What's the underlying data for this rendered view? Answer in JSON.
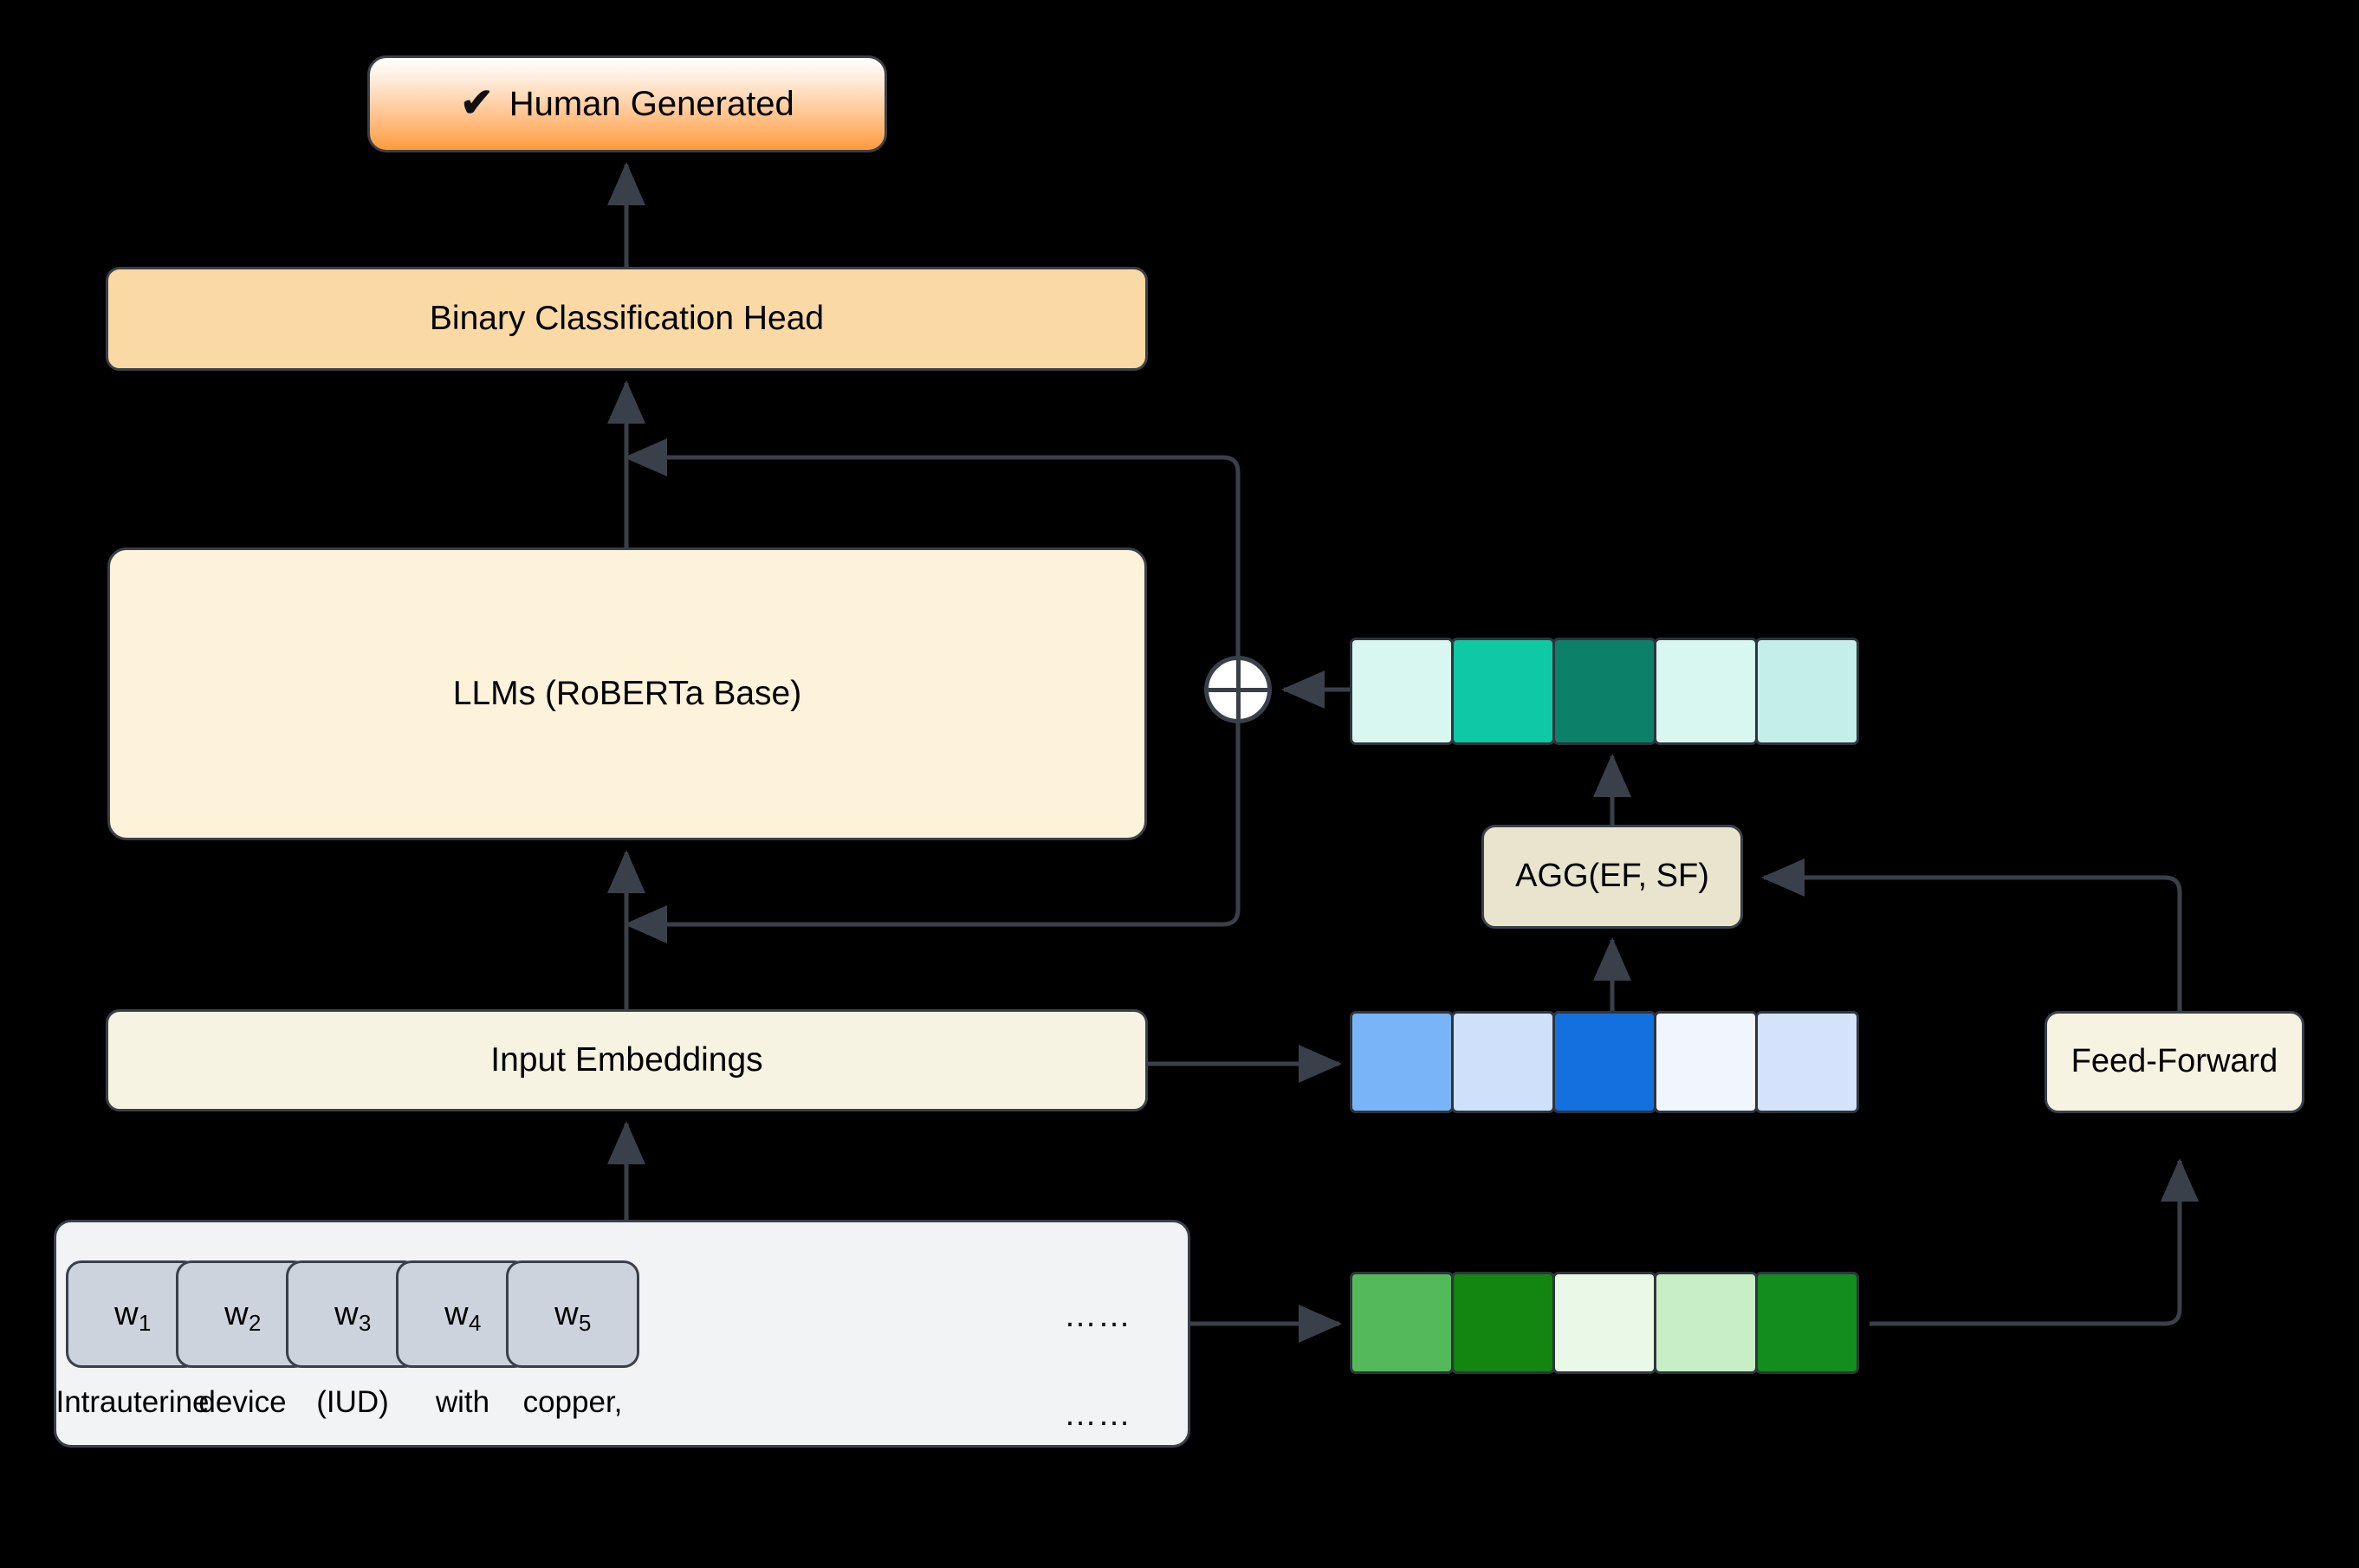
{
  "diagram": {
    "title": "LLM-based human vs machine text detection architecture",
    "background_color": "#000000",
    "line_color": "#3a4049"
  },
  "nodes": {
    "human_generated": {
      "label": "Human Generated",
      "icon": "check-mark",
      "icon_glyph": "✔",
      "fill_top": "#ffffff",
      "fill_bottom": "#ff9b3d"
    },
    "binary_classification_head": {
      "label": "Binary Classification Head",
      "fill": "#fbd9a5"
    },
    "llms": {
      "label": "LLMs (RoBERTa Base)",
      "fill": "#fdf2da"
    },
    "input_embeddings": {
      "label": "Input Embeddings",
      "fill": "#f7f3e2"
    },
    "aggregation": {
      "label": "AGG(EF, SF)",
      "fill": "#e8e4cd"
    },
    "feed_forward": {
      "label": "Feed-Forward",
      "fill": "#f7f3e2"
    },
    "sum_operator": {
      "label": "⊕",
      "icon": "circled-plus"
    }
  },
  "token_panel": {
    "fill": "#f1f3f5",
    "tokens": [
      {
        "symbol": "w",
        "index": "1",
        "word": "Intrauterine"
      },
      {
        "symbol": "w",
        "index": "2",
        "word": "device"
      },
      {
        "symbol": "w",
        "index": "3",
        "word": "(IUD)"
      },
      {
        "symbol": "w",
        "index": "4",
        "word": "with"
      },
      {
        "symbol": "w",
        "index": "5",
        "word": "copper,"
      }
    ],
    "ellipsis_top": "……",
    "ellipsis_bottom": "……"
  },
  "vectors": {
    "teal": {
      "name": "combined-feature-vector",
      "cells": [
        "#d9f7f1",
        "#0fc9a4",
        "#0d8069",
        "#d9f7f1",
        "#c3efe8"
      ]
    },
    "blue": {
      "name": "input-embedding-vector",
      "cells": [
        "#7ab4f8",
        "#cfe1fa",
        "#1470de",
        "#f0f5fe",
        "#d4e3fb"
      ]
    },
    "green": {
      "name": "stylometric-feature-vector",
      "cells": [
        "#54b95a",
        "#138511",
        "#eaf8e8",
        "#c8eec6",
        "#138d1d"
      ]
    }
  }
}
